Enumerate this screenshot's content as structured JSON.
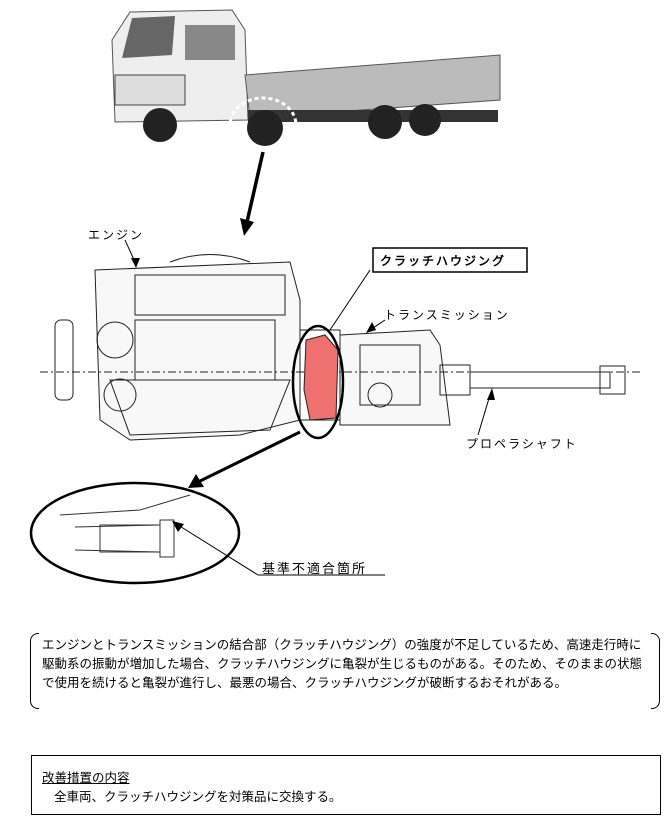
{
  "labels": {
    "engine": "エンジン",
    "clutch_housing": "クラッチハウジング",
    "transmission": "トランスミッション",
    "propeller_shaft": "プロペラシャフト",
    "nonconforming_part": "基準不適合箇所"
  },
  "description": "エンジンとトランスミッションの結合部（クラッチハウジング）の強度が不足しているため、高速走行時に駆動系の振動が増加した場合、クラッチハウジングに亀裂が生じるものがある。そのため、そのままの状態で使用を続けると亀裂が進行し、最悪の場合、クラッチハウジングが破断するおそれがある。",
  "remedy": {
    "title": "改善措置の内容",
    "body": "全車両、クラッチハウジングを対策品に交換する。"
  },
  "colors": {
    "highlight": "#f07070"
  }
}
